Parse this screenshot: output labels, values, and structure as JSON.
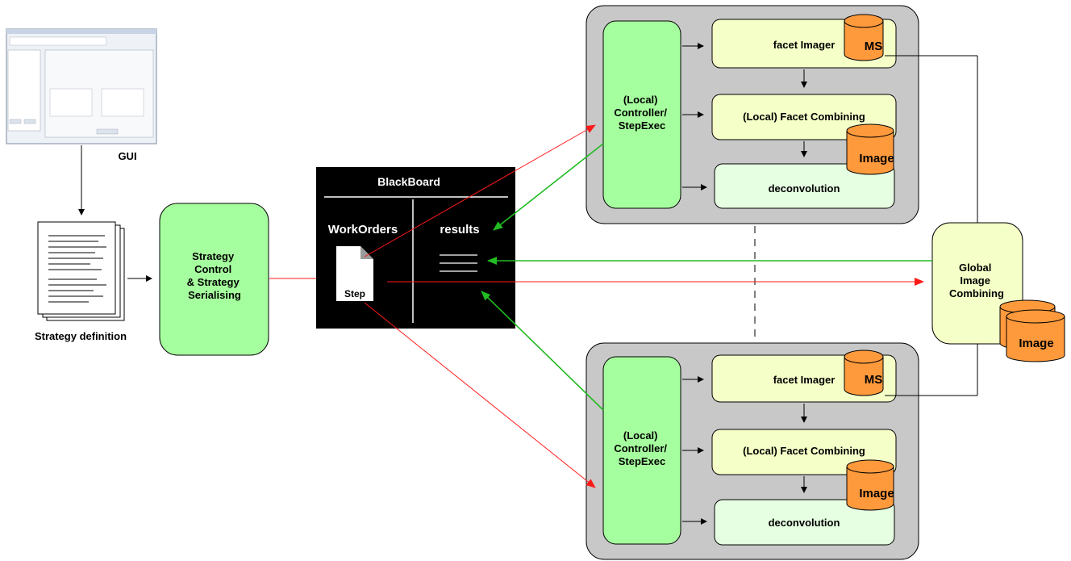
{
  "gui": {
    "label": "GUI"
  },
  "strategy_definition": {
    "label": "Strategy definition"
  },
  "strategy_control": {
    "lines": [
      "Strategy",
      "Control",
      "& Strategy",
      "Serialising"
    ]
  },
  "blackboard": {
    "title": "BlackBoard",
    "workorders": "WorkOrders",
    "results": "results",
    "step": "Step"
  },
  "global_combining": {
    "lines": [
      "Global",
      "Image",
      "Combining"
    ],
    "image_label": "Image"
  },
  "nodes": [
    {
      "controller_lines": [
        "(Local)",
        "Controller/",
        "StepExec"
      ],
      "facet_imager": "facet Imager",
      "ms_label": "MS",
      "facet_combining": "(Local) Facet Combining",
      "image_label": "Image",
      "deconvolution": "deconvolution"
    },
    {
      "controller_lines": [
        "(Local)",
        "Controller/",
        "StepExec"
      ],
      "facet_imager": "facet Imager",
      "ms_label": "MS",
      "facet_combining": "(Local) Facet Combining",
      "image_label": "Image",
      "deconvolution": "deconvolution"
    }
  ],
  "colors": {
    "green_box": "#a6ff9e",
    "yellow_box": "#f5ffc8",
    "pale_green_box": "#e6ffe2",
    "node_bg": "#c8c8c8",
    "orange": "#ff9a3c",
    "red_arrow": "#ff1a1a",
    "green_arrow": "#22bb22"
  }
}
